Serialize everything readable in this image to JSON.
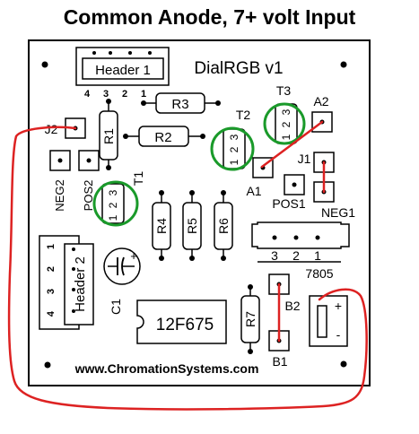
{
  "title": "Common Anode, 7+ volt Input",
  "board": {
    "name": "DialRGB v1",
    "url": "www.ChromationSystems.com"
  },
  "header1": {
    "label": "Header 1",
    "pins": [
      "4",
      "3",
      "2",
      "1"
    ]
  },
  "header2": {
    "label": "Header 2",
    "pins": [
      "1",
      "2",
      "3",
      "4"
    ]
  },
  "resistors": {
    "r1": "R1",
    "r2": "R2",
    "r3": "R3",
    "r4": "R4",
    "r5": "R5",
    "r6": "R6",
    "r7": "R7"
  },
  "transistors": {
    "t1": "T1",
    "t2": "T2",
    "t3": "T3",
    "pins": [
      "1",
      "2",
      "3"
    ]
  },
  "pads": {
    "j1": "J1",
    "j2": "J2",
    "a1": "A1",
    "a2": "A2",
    "pos1": "POS1",
    "pos2": "POS2",
    "neg1": "NEG1",
    "neg2": "NEG2",
    "b1": "B1",
    "b2": "B2"
  },
  "regulator": {
    "label": "7805",
    "pins": [
      "3",
      "2",
      "1"
    ]
  },
  "capacitor": {
    "label": "C1",
    "polarity": "+"
  },
  "chip": {
    "label": "12F675"
  },
  "power_connector": {
    "plus": "+",
    "minus": "-"
  },
  "colors": {
    "wire": "#dd2222",
    "highlight": "#1a9a2a",
    "outline": "#000000"
  }
}
